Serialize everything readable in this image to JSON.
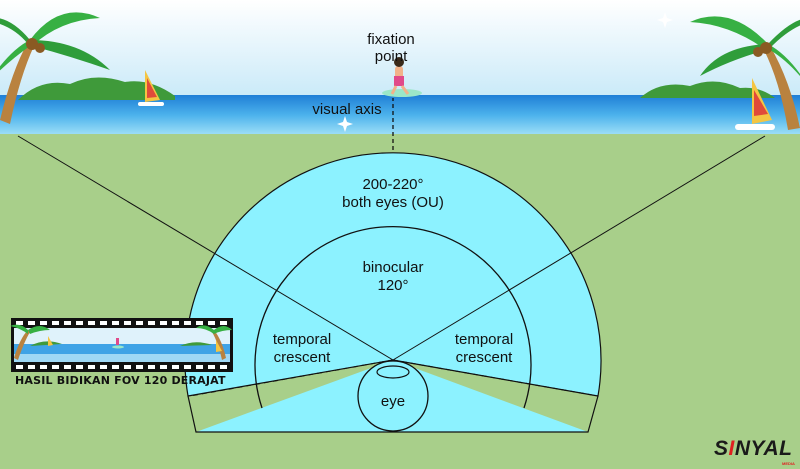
{
  "labels": {
    "fixation_line1": "fixation",
    "fixation_line2": "point",
    "visual_axis": "visual axis",
    "total_fov_line1": "200-220°",
    "total_fov_line2": "both eyes (OU)",
    "binocular_line1": "binocular",
    "binocular_line2": "120°",
    "temporal_left_line1": "temporal",
    "temporal_left_line2": "crescent",
    "temporal_right_line1": "temporal",
    "temporal_right_line2": "crescent",
    "eye": "eye"
  },
  "inset_caption": "HASIL BIDIKAN FOV 120 DERAJAT",
  "logo": {
    "text_pre": "S",
    "text_accent": "I",
    "text_post": "NYAL",
    "sub": "MEDIA"
  },
  "colors": {
    "ground": "#a8cf8a",
    "fov_fill": "#8cf2ff",
    "sea": "#2e8fe0",
    "sky_top": "#ffffff",
    "logo_accent": "#e02020"
  }
}
